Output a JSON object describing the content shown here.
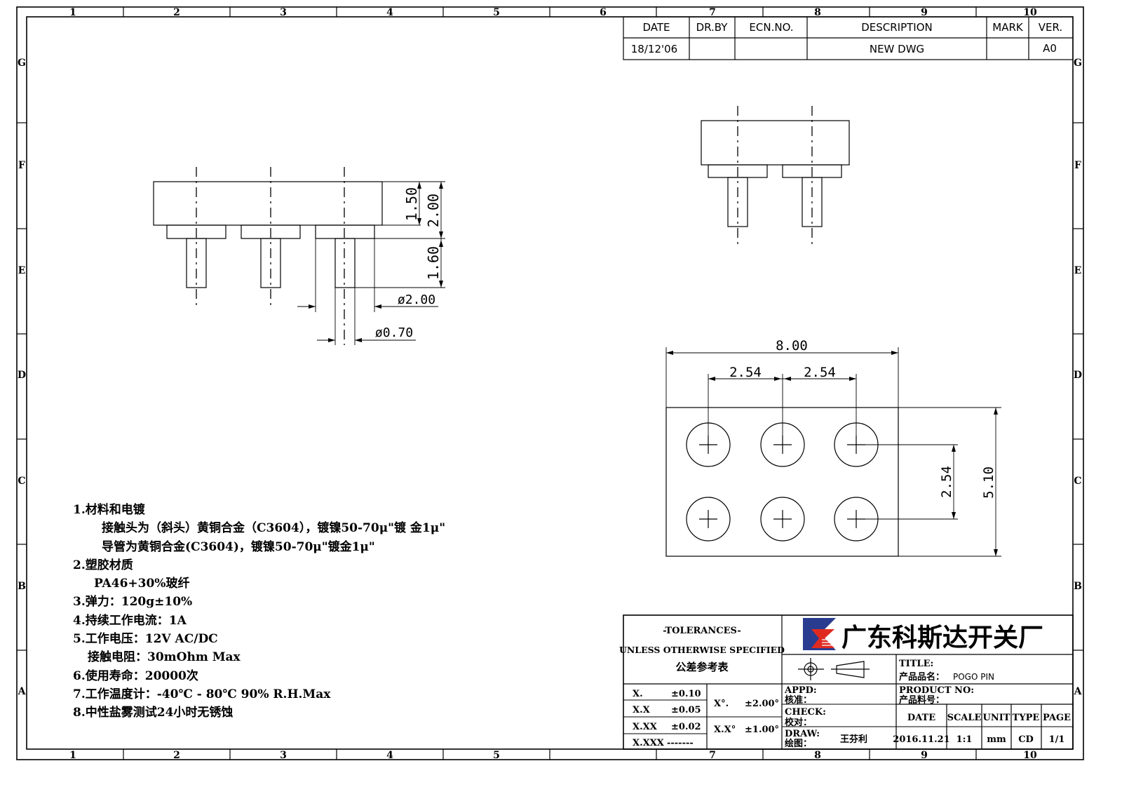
{
  "frame": {
    "col_labels": [
      "1",
      "2",
      "3",
      "4",
      "5",
      "6",
      "7",
      "8",
      "9",
      "10"
    ],
    "row_labels": [
      "G",
      "F",
      "E",
      "D",
      "C",
      "B",
      "A"
    ]
  },
  "revision_table": {
    "headers": [
      "DATE",
      "DR.BY",
      "ECN.NO.",
      "DESCRIPTION",
      "MARK",
      "VER."
    ],
    "row": [
      "18/12'06",
      "",
      "",
      "NEW DWG",
      "",
      "A0"
    ]
  },
  "dimensions": {
    "body_height": "1.50",
    "total_height": "2.00",
    "pin_length": "1.60",
    "head_diameter": "ø2.00",
    "pin_diameter": "ø0.70",
    "overall_length": "8.00",
    "pitch_left": "2.54",
    "pitch_right": "2.54",
    "row_pitch": "2.54",
    "overall_width": "5.10"
  },
  "notes": [
    "1.材料和电镀",
    "接触头为（斜头）黄铜合金（C3604），镀镍50-70μ\"镀 金1μ\"",
    "导管为黄铜合金(C3604)，镀镍50-70μ\"镀金1μ\"",
    "2.塑胶材质",
    "PA46+30%玻纤",
    "3.弹力：120g±10%",
    "4.持续工作电流：1A",
    "5.工作电压：12V AC/DC",
    "接触电阻：30mOhm Max",
    "6.使用寿命：20000次",
    "7.工作温度计：-40℃ - 80℃  90% R.H.Max",
    "8.中性盐雾测试24小时无锈蚀"
  ],
  "title_block": {
    "tolerances_title": "-TOLERANCES-",
    "tolerances_subtitle": "UNLESS OTHERWISE SPECIFIED",
    "tolerances_cn": "公差参考表",
    "tolerance_rows": [
      {
        "label": "X.",
        "value": "±0.10"
      },
      {
        "label": "X.X",
        "value": "±0.05"
      },
      {
        "label": "X.XX",
        "value": "±0.02"
      },
      {
        "label": "X.XXX",
        "value": "-------"
      }
    ],
    "angle_rows": [
      {
        "label": "X°.",
        "value": "±2.00°"
      },
      {
        "label": "X.X°",
        "value": "±1.00°"
      }
    ],
    "company_name": "广东科斯达开关厂",
    "title_label": "TITLE:",
    "product_name_label": "产品品名：",
    "product_name": "POGO PIN",
    "product_no_label": "PRODUCT NO:",
    "product_no_cn": "产品料号：",
    "appd_label": "APPD:",
    "appd_cn": "核准：",
    "check_label": "CHECK:",
    "check_cn": "校对：",
    "draw_label": "DRAW:",
    "draw_cn": "绘图：",
    "drawer": "王芬利",
    "info_headers": [
      "DATE",
      "SCALE",
      "UNIT",
      "TYPE",
      "PAGE"
    ],
    "info_values": [
      "2016.11.21",
      "1:1",
      "mm",
      "CD",
      "1/1"
    ]
  },
  "colors": {
    "line": "#000000",
    "logo_red": "#e02a20",
    "logo_blue": "#2a3c8f"
  }
}
